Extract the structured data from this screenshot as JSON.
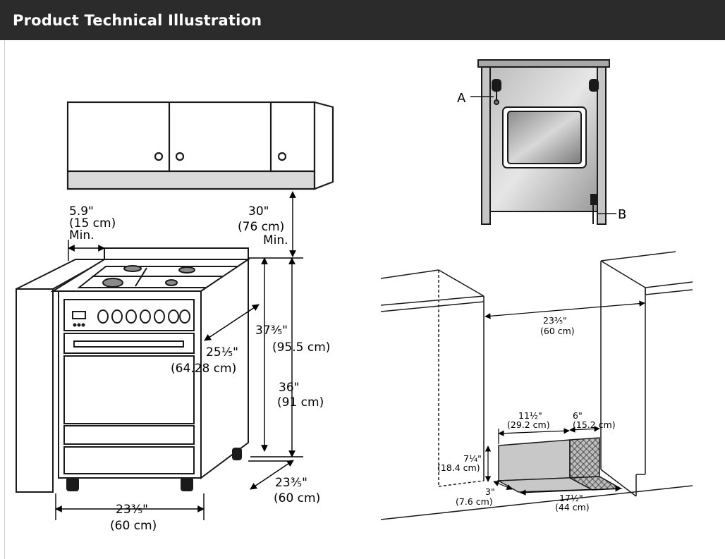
{
  "header": {
    "title": "Product Technical Illustration"
  },
  "range_diagram": {
    "side_clearance": {
      "value": "5.9\"",
      "metric": "(15 cm)",
      "note": "Min."
    },
    "hood_clearance": {
      "value": "30\"",
      "metric": "(76 cm)",
      "note": "Min."
    },
    "total_height": {
      "value": "37³⁄₅\"",
      "metric": "(95.5 cm)"
    },
    "counter_height": {
      "value": "36\"",
      "metric": "(91 cm)"
    },
    "depth": {
      "value": "25¹⁄₅\"",
      "metric": "(64.28 cm)"
    },
    "side_depth": {
      "value": "23³⁄₅\"",
      "metric": "(60 cm)"
    },
    "width": {
      "value": "23³⁄₅\"",
      "metric": "(60 cm)"
    }
  },
  "rear_view": {
    "label_a": "A",
    "label_b": "B"
  },
  "cutout_diagram": {
    "opening_width": {
      "value": "23³⁄₅\"",
      "metric": "(60 cm)"
    },
    "zone_width": {
      "value": "11½\"",
      "metric": "(29.2 cm)"
    },
    "zone_offset": {
      "value": "6\"",
      "metric": "(15.2 cm)"
    },
    "zone_height": {
      "value": "7¼\"",
      "metric": "(18.4 cm)"
    },
    "zone_depth_offset": {
      "value": "3\"",
      "metric": "(7.6 cm)"
    },
    "zone_depth": {
      "value": "17½\"",
      "metric": "(44 cm)"
    }
  },
  "colors": {
    "header_bg": "#2b2b2b",
    "line": "#1a1a1a",
    "panel_grey": "#c8c8c8",
    "steel": "#a9a9a9"
  }
}
